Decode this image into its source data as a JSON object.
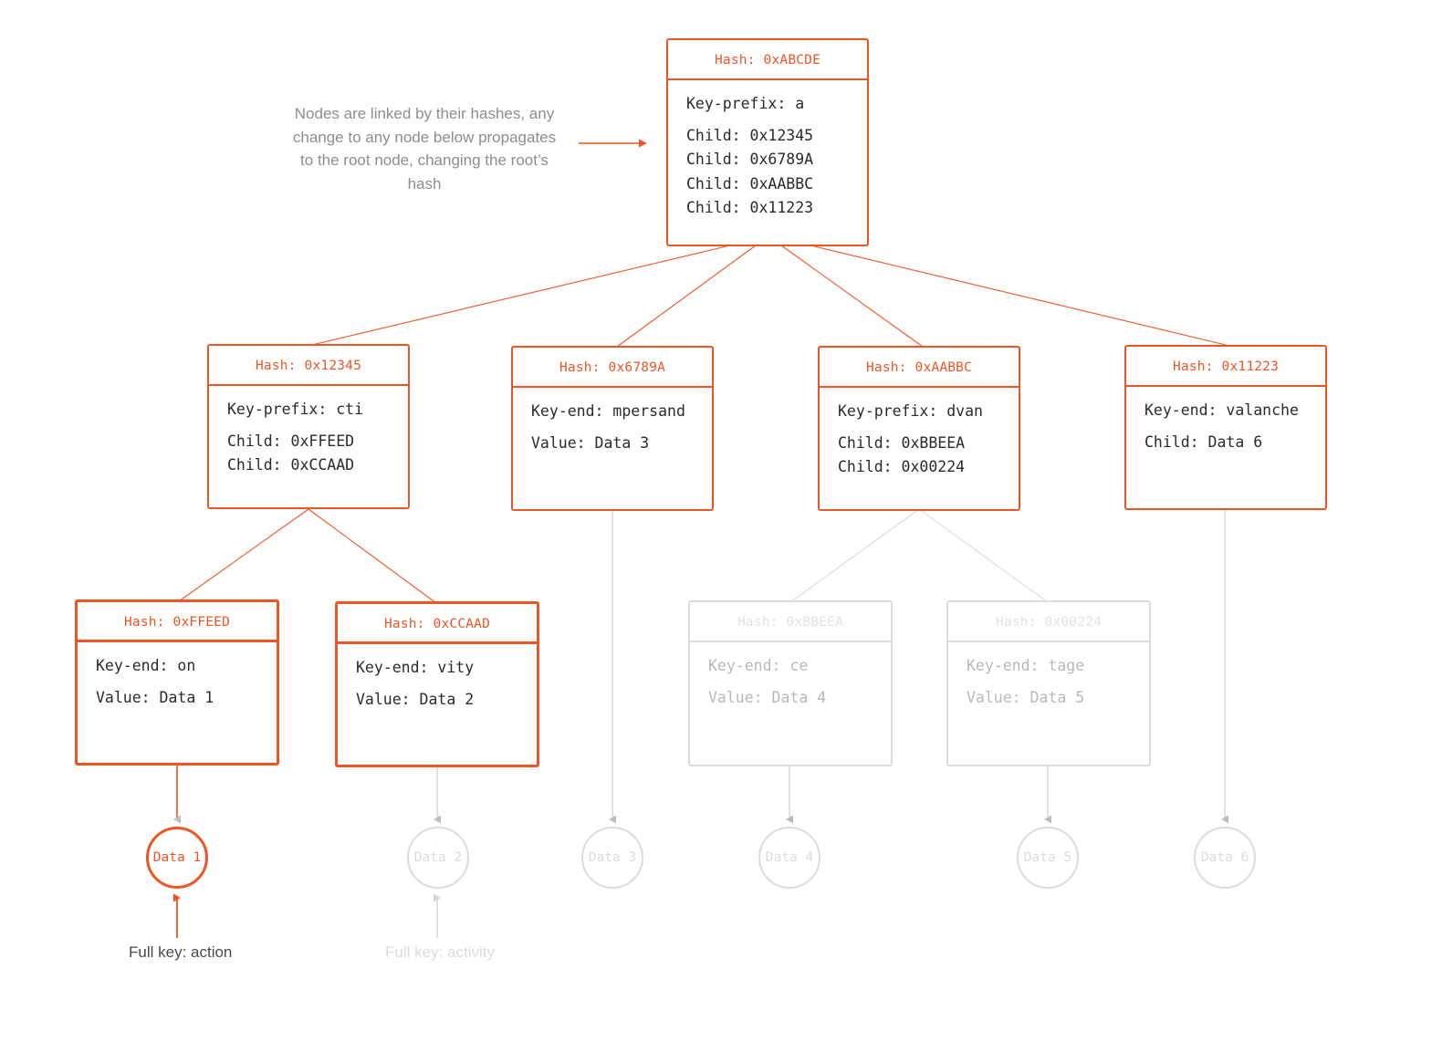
{
  "diagram": {
    "title": "Merkle Patricia Trie node diagram",
    "colors": {
      "accent": "#ee5524",
      "muted": "#dcdcdc",
      "muted_text": "#b9b9b9",
      "note_text": "#8e8e8e",
      "body_text": "#2b2b2b",
      "background": "#ffffff"
    }
  },
  "annotation": {
    "text": "Nodes are linked by their hashes, any change to any node below propagates to the root node, changing the root’s hash",
    "arrow": "right-arrow-icon"
  },
  "nodes": {
    "root": {
      "hash": "Hash: 0xABCDE",
      "primary": "Key-prefix: a",
      "lines": [
        "Child: 0x12345",
        "Child: 0x6789A",
        "Child: 0xAABBC",
        "Child: 0x11223"
      ],
      "state": "active"
    },
    "n12345": {
      "hash": "Hash: 0x12345",
      "primary": "Key-prefix: cti",
      "lines": [
        "Child: 0xFFEED",
        "Child: 0xCCAAD"
      ],
      "state": "active"
    },
    "n6789a": {
      "hash": "Hash: 0x6789A",
      "primary": "Key-end: mpersand",
      "lines": [
        "Value: Data 3"
      ],
      "state": "active"
    },
    "naabbc": {
      "hash": "Hash: 0xAABBC",
      "primary": "Key-prefix: dvan",
      "lines": [
        "Child: 0xBBEEA",
        "Child: 0x00224"
      ],
      "state": "active"
    },
    "n11223": {
      "hash": "Hash: 0x11223",
      "primary": "Key-end: valanche",
      "lines": [
        "Child: Data 6"
      ],
      "state": "active"
    },
    "nffeed": {
      "hash": "Hash: 0xFFEED",
      "primary": "Key-end: on",
      "lines": [
        "Value: Data 1"
      ],
      "state": "highlighted"
    },
    "nccaad": {
      "hash": "Hash: 0xCCAAD",
      "primary": "Key-end: vity",
      "lines": [
        "Value: Data 2"
      ],
      "state": "active"
    },
    "nbbeea": {
      "hash": "Hash: 0xBBEEA",
      "primary": "Key-end: ce",
      "lines": [
        "Value: Data 4"
      ],
      "state": "muted"
    },
    "n00224": {
      "hash": "Hash: 0x00224",
      "primary": "Key-end: tage",
      "lines": [
        "Value: Data 5"
      ],
      "state": "muted"
    }
  },
  "data_circles": [
    {
      "label": "Data 1",
      "state": "active"
    },
    {
      "label": "Data 2",
      "state": "muted"
    },
    {
      "label": "Data 3",
      "state": "muted"
    },
    {
      "label": "Data 4",
      "state": "muted"
    },
    {
      "label": "Data 5",
      "state": "muted"
    },
    {
      "label": "Data 6",
      "state": "muted"
    }
  ],
  "full_keys": [
    {
      "label": "Full key: action",
      "state": "active"
    },
    {
      "label": "Full key: activity",
      "state": "muted"
    }
  ]
}
